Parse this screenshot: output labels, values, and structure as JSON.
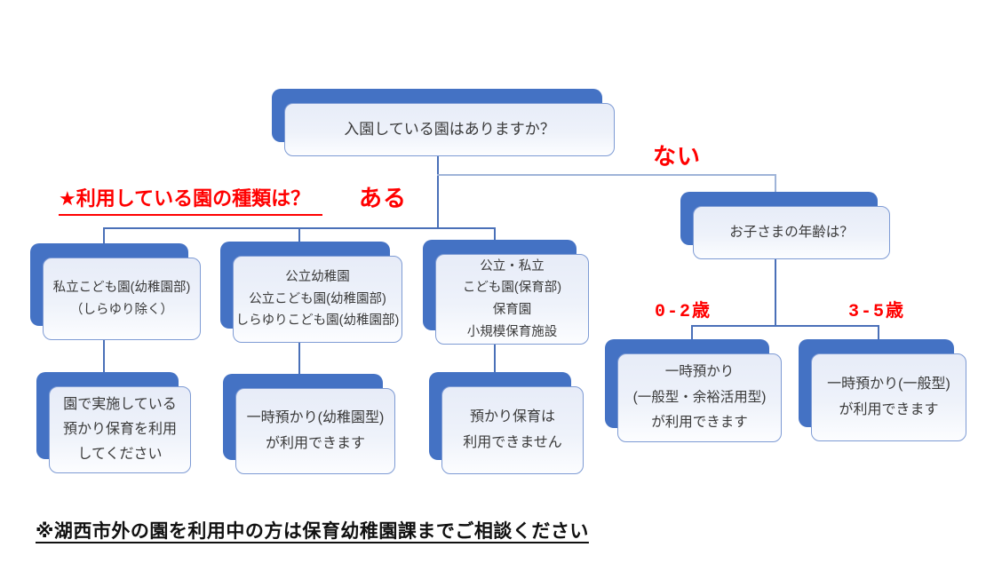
{
  "colors": {
    "shadow_blue": "#4472C4",
    "box_border": "#7e9bd4",
    "connector": "#4a70b8",
    "connector_light": "#9fb4d8",
    "accent_red": "#ff0000"
  },
  "root": {
    "question": "入園している園はありますか？"
  },
  "labels": {
    "has_garden": "ある",
    "no_garden": "ない",
    "type_question": "★利用している園の種類は？",
    "age_0_2": "0-2歳",
    "age_3_5": "3-5歳"
  },
  "age": {
    "question": "お子さまの年齢は？"
  },
  "type_boxes": [
    {
      "text": "私立こども園(幼稚園部)\n（しらゆり除く）"
    },
    {
      "text": "公立幼稚園\n公立こども園(幼稚園部)\nしらゆりこども園(幼稚園部)"
    },
    {
      "text": "公立・私立\nこども園(保育部)\n保育園\n小規模保育施設"
    }
  ],
  "result_boxes": [
    {
      "text": "園で実施している\n預かり保育を利用\nしてください"
    },
    {
      "text": "一時預かり(幼稚園型)\nが利用できます"
    },
    {
      "text": "預かり保育は\n利用できません"
    },
    {
      "text": "一時預かり\n(一般型・余裕活用型)\nが利用できます"
    },
    {
      "text": "一時預かり(一般型)\nが利用できます"
    }
  ],
  "footnote": "※湖西市外の園を利用中の方は保育幼稚園課までご相談ください"
}
